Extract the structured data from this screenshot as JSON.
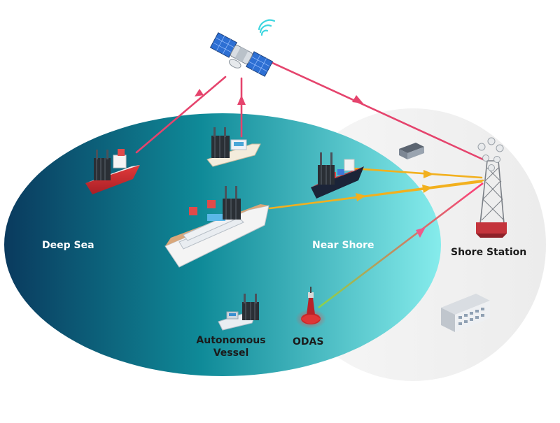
{
  "labels": {
    "deep_sea": "Deep Sea",
    "near_shore": "Near Shore",
    "shore_station": "Shore Station",
    "autonomous_line1": "Autonomous",
    "autonomous_line2": "Vessel",
    "odas": "ODAS"
  },
  "icons": {
    "satellite": "satellite-icon",
    "wifi": "wifi-signal-icon",
    "tower": "shore-station-tower-icon",
    "building_small": "shore-building-icon",
    "building_large": "office-building-icon",
    "cruise_ship": "cruise-ship-icon",
    "cargo_ship_left": "cargo-ship-icon",
    "cargo_ship_right": "container-ship-icon",
    "fishing_boat": "fishing-boat-icon",
    "autonomous_vessel": "autonomous-vessel-icon",
    "odas_buoy": "odas-buoy-icon",
    "antenna_module": "antenna-module-icon"
  },
  "colors": {
    "satellite_link": "#e5446d",
    "shore_link": "#f2b01e",
    "odas_link_start": "#ff3b7a",
    "odas_link_end": "#8bd44a",
    "sea_dark": "#0a3f63",
    "sea_mid": "#129aa3",
    "sea_light": "#7de8e8",
    "shore_zone": "#efefef"
  }
}
